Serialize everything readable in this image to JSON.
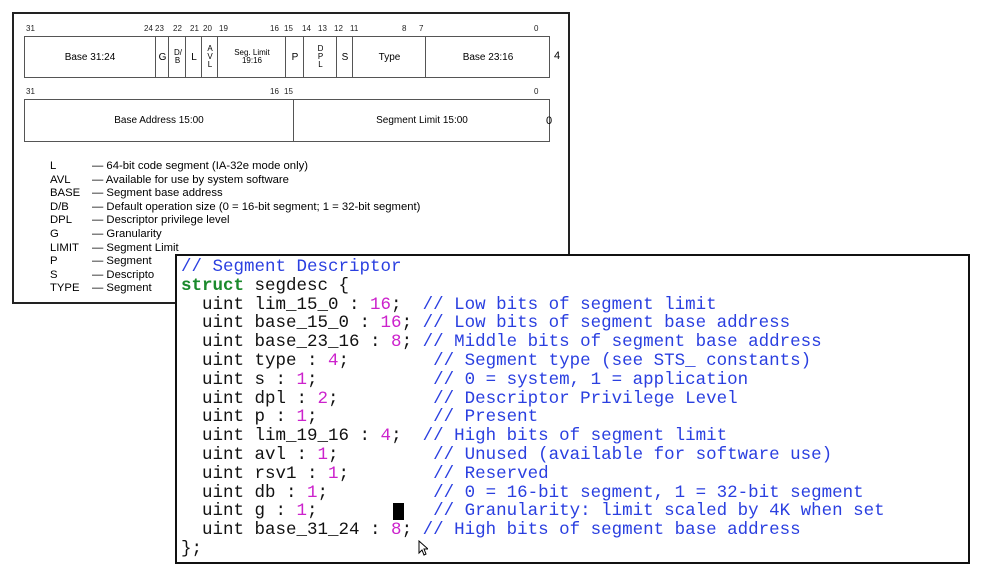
{
  "diagram": {
    "row4_bits": [
      "31",
      "24",
      "23",
      "22",
      "21",
      "20",
      "19",
      "16",
      "15",
      "14",
      "13",
      "12",
      "11",
      "8",
      "7",
      "0"
    ],
    "row4_fields": {
      "base_31_24": "Base 31:24",
      "g": "G",
      "db": "D/B",
      "l": "L",
      "avl": "A V L",
      "seg_limit": "Seg. Limit 19:16",
      "p": "P",
      "dpl": "D P L",
      "s": "S",
      "type": "Type",
      "base_23_16": "Base 23:16"
    },
    "row4_offset": "4",
    "row0_bits": [
      "31",
      "16",
      "15",
      "0"
    ],
    "row0_fields": {
      "base_15_00": "Base Address 15:00",
      "limit_15_00": "Segment Limit 15:00"
    },
    "row0_offset": "0",
    "legend": [
      {
        "key": "L",
        "desc": "— 64-bit code segment (IA-32e mode only)"
      },
      {
        "key": "AVL",
        "desc": "— Available for use by system software"
      },
      {
        "key": "BASE",
        "desc": "— Segment base address"
      },
      {
        "key": "D/B",
        "desc": "— Default operation size (0 = 16-bit segment; 1 = 32-bit segment)"
      },
      {
        "key": "DPL",
        "desc": "— Descriptor privilege level"
      },
      {
        "key": "G",
        "desc": "— Granularity"
      },
      {
        "key": "LIMIT",
        "desc": "— Segment Limit"
      },
      {
        "key": "P",
        "desc": "— Segment"
      },
      {
        "key": "S",
        "desc": "— Descripto"
      },
      {
        "key": "TYPE",
        "desc": "— Segment"
      }
    ]
  },
  "code": {
    "header_comment": "// Segment Descriptor",
    "struct_kw": "struct",
    "struct_decl": " segdesc {",
    "fields": [
      {
        "decl": "  uint lim_15_0 : ",
        "bits": "16",
        "pad": ";  ",
        "comment": "// Low bits of segment limit"
      },
      {
        "decl": "  uint base_15_0 : ",
        "bits": "16",
        "pad": "; ",
        "comment": "// Low bits of segment base address"
      },
      {
        "decl": "  uint base_23_16 : ",
        "bits": "8",
        "pad": "; ",
        "comment": "// Middle bits of segment base address"
      },
      {
        "decl": "  uint type : ",
        "bits": "4",
        "pad": ";        ",
        "comment": "// Segment type (see STS_ constants)"
      },
      {
        "decl": "  uint s : ",
        "bits": "1",
        "pad": ";           ",
        "comment": "// 0 = system, 1 = application"
      },
      {
        "decl": "  uint dpl : ",
        "bits": "2",
        "pad": ";         ",
        "comment": "// Descriptor Privilege Level"
      },
      {
        "decl": "  uint p : ",
        "bits": "1",
        "pad": ";           ",
        "comment": "// Present"
      },
      {
        "decl": "  uint lim_19_16 : ",
        "bits": "4",
        "pad": ";  ",
        "comment": "// High bits of segment limit"
      },
      {
        "decl": "  uint avl : ",
        "bits": "1",
        "pad": ";         ",
        "comment": "// Unused (available for software use)"
      },
      {
        "decl": "  uint rsv1 : ",
        "bits": "1",
        "pad": ";        ",
        "comment": "// Reserved"
      },
      {
        "decl": "  uint db : ",
        "bits": "1",
        "pad": ";          ",
        "comment": "// 0 = 16-bit segment, 1 = 32-bit segment"
      },
      {
        "decl": "  uint g : ",
        "bits": "1",
        "pad": ";           ",
        "comment": "// Granularity: limit scaled by 4K when set"
      },
      {
        "decl": "  uint base_31_24 : ",
        "bits": "8",
        "pad": "; ",
        "comment": "// High bits of segment base address"
      }
    ],
    "closing": "};"
  }
}
